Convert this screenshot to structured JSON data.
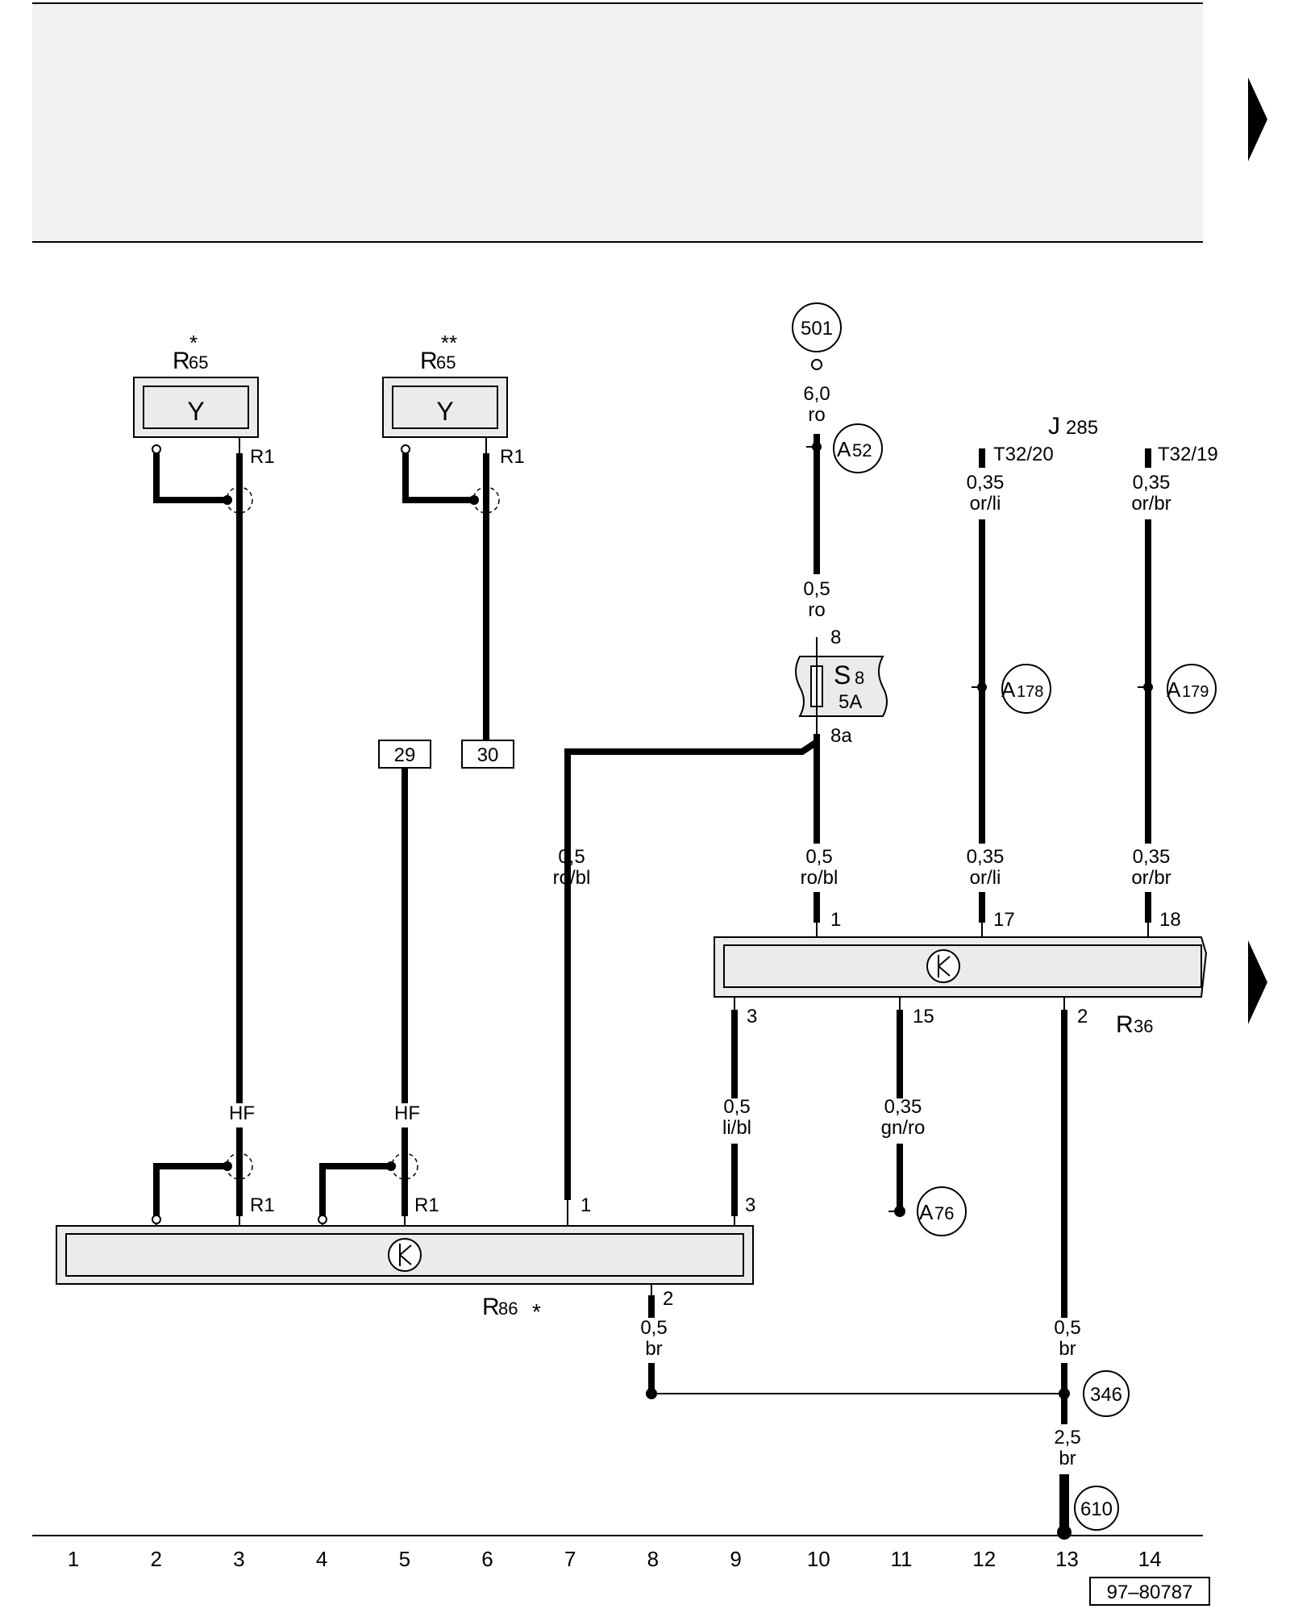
{
  "arrows": [],
  "drawing_number": "97–80787",
  "grid_numbers": [
    "1",
    "2",
    "3",
    "4",
    "5",
    "6",
    "7",
    "8",
    "9",
    "10",
    "11",
    "12",
    "13",
    "14"
  ],
  "r65_a": {
    "letter": "R",
    "sub": "65",
    "mark": "*",
    "symbol": "Y",
    "pin": "R1"
  },
  "r65_b": {
    "letter": "R",
    "sub": "65",
    "mark": "**",
    "symbol": "Y",
    "pin": "R1"
  },
  "terminals": {
    "t29": "29",
    "t30": "30"
  },
  "hf_a": "HF",
  "hf_b": "HF",
  "r86": {
    "letter": "R",
    "sub": "86",
    "mark": "*",
    "pin_r1_a": "R1",
    "pin_r1_b": "R1",
    "pin_1": "1",
    "pin_3": "3",
    "pin_2": "2"
  },
  "r36": {
    "letter": "R",
    "sub": "36",
    "pin_1": "1",
    "pin_17": "17",
    "pin_18": "18",
    "pin_3": "3",
    "pin_15": "15",
    "pin_2": "2"
  },
  "j285": {
    "letter": "J",
    "sub": "285",
    "pin_a": "T32/20",
    "pin_b": "T32/19"
  },
  "fuse": {
    "letter": "S",
    "sub": "8",
    "rating": "5A",
    "pin_in": "8",
    "pin_out": "8a"
  },
  "circles": {
    "c501": "501",
    "c346": "346",
    "c610": "610"
  },
  "connectors": {
    "a52": {
      "letter": "A",
      "sub": "52"
    },
    "a178": {
      "letter": "A",
      "sub": "178"
    },
    "a179": {
      "letter": "A",
      "sub": "179"
    },
    "a76": {
      "letter": "A",
      "sub": "76"
    }
  },
  "wires": {
    "w501_size": "6,0",
    "w501_color": "ro",
    "wfuse_in_size": "0,5",
    "wfuse_in_color": "ro",
    "w7_size": "0,5",
    "w7_color": "ro/bl",
    "w10_size": "0,5",
    "w10_color": "ro/bl",
    "w12_top_size": "0,35",
    "w12_top_color": "or/li",
    "w12_bot_size": "0,35",
    "w12_bot_color": "or/li",
    "w14_top_size": "0,35",
    "w14_top_color": "or/br",
    "w14_bot_size": "0,35",
    "w14_bot_color": "or/br",
    "w9_size": "0,5",
    "w9_color": "li/bl",
    "w11_size": "0,35",
    "w11_color": "gn/ro",
    "w8_size": "0,5",
    "w8_color": "br",
    "w13_size": "0,5",
    "w13_color": "br",
    "w13b_size": "2,5",
    "w13b_color": "br"
  }
}
